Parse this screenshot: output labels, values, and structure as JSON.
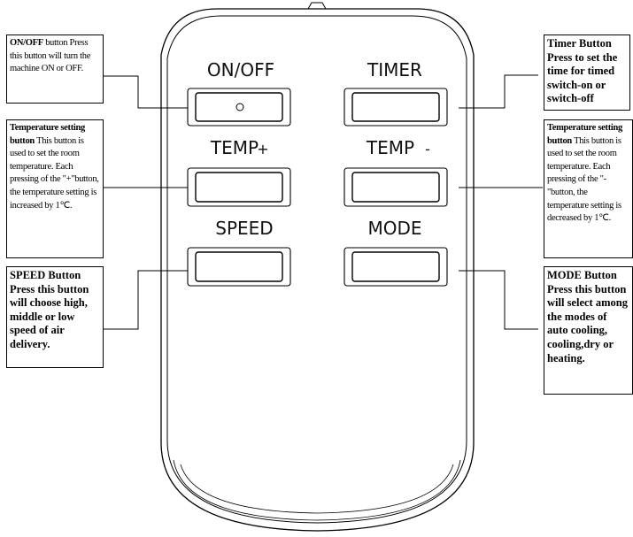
{
  "remote": {
    "buttons": [
      {
        "id": "on-off",
        "label": "ON/OFF"
      },
      {
        "id": "timer",
        "label": "TIMER"
      },
      {
        "id": "temp-plus",
        "label": "TEMP",
        "suffix": "+"
      },
      {
        "id": "temp-minus",
        "label": "TEMP",
        "suffix": "-"
      },
      {
        "id": "speed",
        "label": "SPEED"
      },
      {
        "id": "mode",
        "label": "MODE"
      }
    ]
  },
  "callouts": {
    "on_off": {
      "title": "ON/OFF",
      "text": " button Press this button will turn the machine ON or OFF."
    },
    "timer": {
      "title": "",
      "text": "Timer Button Press to set the time for timed switch-on or switch-off"
    },
    "temp_plus": {
      "title": "Temperature setting button",
      "text": " This button is used to set the room temperature. Each pressing of the \"+\"button, the temperature setting is increased by 1℃."
    },
    "temp_minus": {
      "title": "Temperature setting button",
      "text": " This button is used to set the room temperature. Each pressing of the \"-\"button, the temperature setting is decreased by 1℃."
    },
    "speed": {
      "title": "",
      "text": "SPEED Button Press this button will choose high, middle or low speed of air delivery."
    },
    "mode": {
      "title": "",
      "text": "MODE Button Press this button will select among the modes of auto cooling, cooling,dry or heating."
    }
  }
}
